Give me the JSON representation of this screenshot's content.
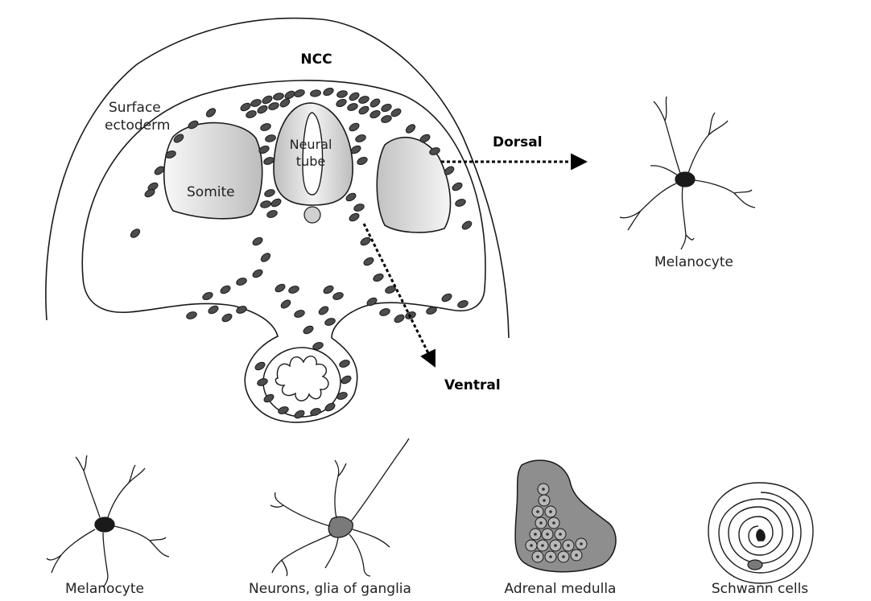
{
  "labels": {
    "ncc": "NCC",
    "surface_ectoderm": [
      "Surface",
      "ectoderm"
    ],
    "neural_tube": [
      "Neural",
      "tube"
    ],
    "somite": "Somite",
    "dorsal": "Dorsal",
    "ventral": "Ventral",
    "melanocyte_right": "Melanocyte",
    "derivatives": [
      "Melanocyte",
      "Neurons, glia of ganglia",
      "Adrenal medulla",
      "Schwann cells"
    ]
  },
  "colors": {
    "cell_fill": "#4d4d4d",
    "outline": "#1a1a1a",
    "tissue_fill": "#d8d8d8",
    "adrenal_fill": "#8e8e8e"
  }
}
